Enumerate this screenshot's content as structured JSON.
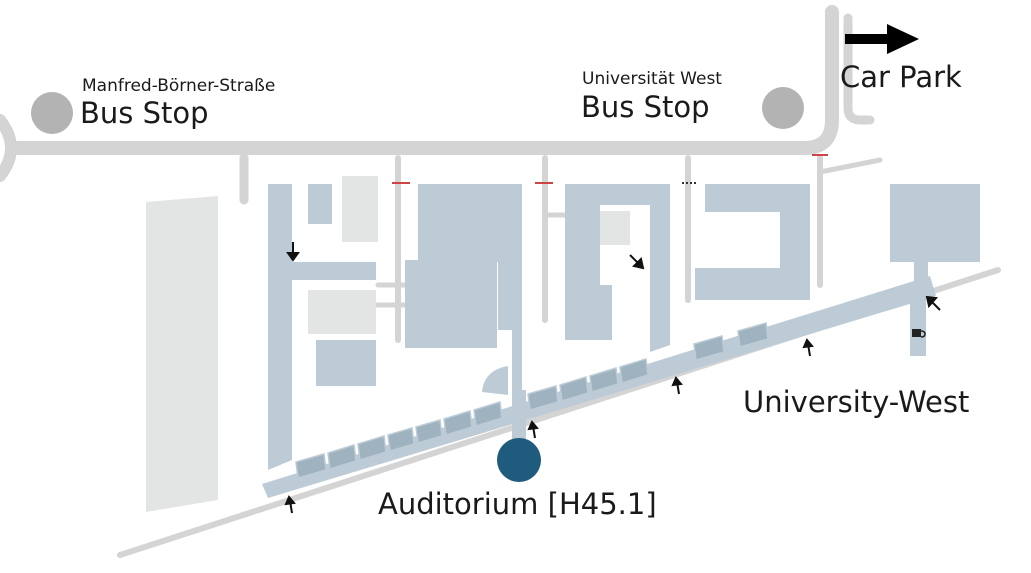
{
  "bus_stops": [
    {
      "street": "Manfred-Börner-Straße",
      "label": "Bus Stop"
    },
    {
      "street": "Universität West",
      "label": "Bus Stop"
    }
  ],
  "car_park": {
    "label": "Car Park",
    "icon": "right-arrow-icon"
  },
  "places": {
    "university_west": "University-West",
    "auditorium": "Auditorium [H45.1]"
  },
  "icons": {
    "entrance": "entrance-arrow-icon",
    "cafe": "coffee-cup-icon",
    "stop": "bus-stop-marker-icon"
  },
  "colors": {
    "road": "#d4d4d4",
    "building": "#bccbd5",
    "annex": "#e3e4e4",
    "building_dark": "#9fb2bf",
    "auditorium_marker": "#1e5b7c",
    "bus_stop_marker": "#b3b3b3"
  }
}
